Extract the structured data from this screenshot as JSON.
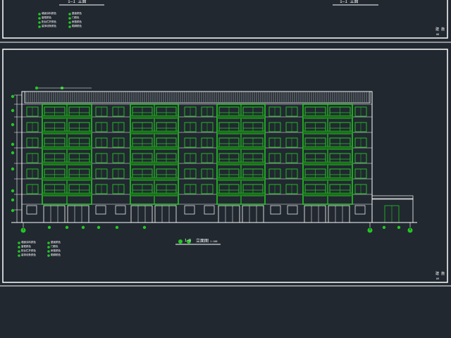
{
  "colors": {
    "background": "#212830",
    "frame": "#ffffff",
    "green": "#22c822",
    "greenLight": "#7aff7a",
    "line": "#ffffff"
  },
  "drawing": {
    "title_prefix": "1—9",
    "title": "立面图",
    "scale": "1:100",
    "top_left_title": "1—1 立面",
    "top_right_title": "1—1 立面",
    "sheet_tag_top": "建 施",
    "sheet_tag_bottom": "建 施",
    "sheet_no_top": "08",
    "sheet_no_bottom": "09"
  },
  "axis_labels": {
    "left": "1",
    "right_a": "9",
    "right_b": "9"
  },
  "legend_top": [
    "墙面涂料颜色",
    "窗框颜色",
    "阳台栏杆颜色",
    "装饰线条颜色",
    "屋面颜色",
    "门颜色",
    "雨篷颜色",
    "勒脚颜色"
  ],
  "legend_bottom": [
    "墙面涂料颜色",
    "窗框颜色",
    "阳台栏杆颜色",
    "装饰线条颜色",
    "屋面颜色",
    "门颜色",
    "雨篷颜色",
    "勒脚颜色"
  ]
}
